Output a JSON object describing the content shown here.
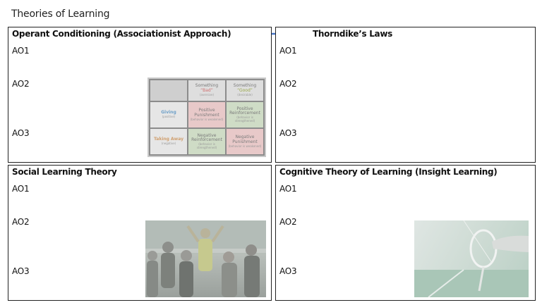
{
  "page": {
    "title": "Theories of Learning"
  },
  "boxes": {
    "operant": {
      "title": "Operant Conditioning (Associationist Approach)"
    },
    "thorndike": {
      "title": "Thorndike’s Laws"
    },
    "social": {
      "title": "Social Learning Theory"
    },
    "cognitive": {
      "title": "Cognitive Theory of Learning (Insight Learning)"
    }
  },
  "labels": {
    "ao1": "AO1",
    "ao2": "AO2",
    "ao3": "AO3"
  },
  "reinforcement_grid": {
    "col_bad": {
      "title": "Something",
      "quote": "“Bad”",
      "sub": "(aversive)"
    },
    "col_good": {
      "title": "Something",
      "quote": "“Good”",
      "sub": "(desirable)"
    },
    "row_giving": {
      "title": "Giving",
      "sub": "(positive)"
    },
    "row_taking": {
      "title": "Taking Away",
      "sub": "(negative)"
    },
    "positive_punishment": {
      "title": "Positive Punishment",
      "sub": "(behavior is weakened)"
    },
    "positive_reinforcement": {
      "title": "Positive Reinforcement",
      "sub": "(behavior is strengthened)"
    },
    "negative_reinforcement": {
      "title": "Negative Reinforcement",
      "sub": "(behavior is strengthened)"
    },
    "negative_punishment": {
      "title": "Negative Punishment",
      "sub": "(behavior is weakened)"
    }
  },
  "colors": {
    "arrow": "#4472c4",
    "border": "#222222"
  },
  "icons": {
    "double_arrow": "double-arrow-icon"
  }
}
